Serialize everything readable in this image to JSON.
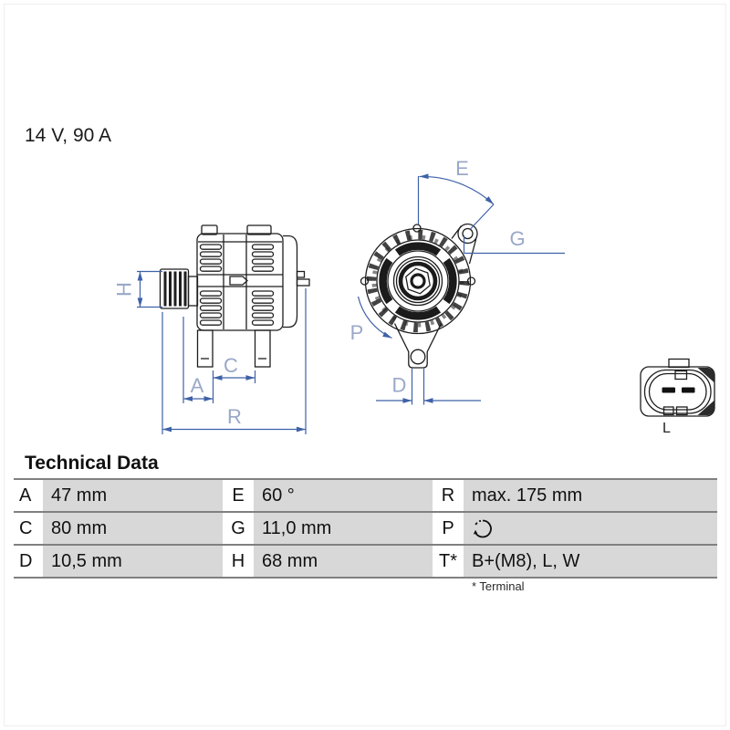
{
  "page": {
    "title": "14 V, 90 A"
  },
  "diagram": {
    "labels": {
      "H": "H",
      "A": "A",
      "C": "C",
      "R": "R",
      "E": "E",
      "G": "G",
      "P": "P",
      "D": "D"
    },
    "connector_label": "L",
    "colors": {
      "dimension_line": "#3E61A8",
      "dimension_label": "#9AA8C8",
      "linework": "#1E1E1E",
      "table_cell_bg": "#D8D8D8",
      "table_rule": "#808080"
    }
  },
  "technical_data": {
    "heading": "Technical Data",
    "rows": [
      [
        {
          "key": "A",
          "value": "47 mm"
        },
        {
          "key": "E",
          "value": "60 °"
        },
        {
          "key": "R",
          "value": "max. 175 mm"
        }
      ],
      [
        {
          "key": "C",
          "value": "80 mm"
        },
        {
          "key": "G",
          "value": "11,0 mm"
        },
        {
          "key": "P",
          "value": "",
          "icon": "rotation-direction"
        }
      ],
      [
        {
          "key": "D",
          "value": "10,5 mm"
        },
        {
          "key": "H",
          "value": "68 mm"
        },
        {
          "key": "T*",
          "value": "B+(M8), L, W"
        }
      ]
    ],
    "footnote": "* Terminal"
  }
}
